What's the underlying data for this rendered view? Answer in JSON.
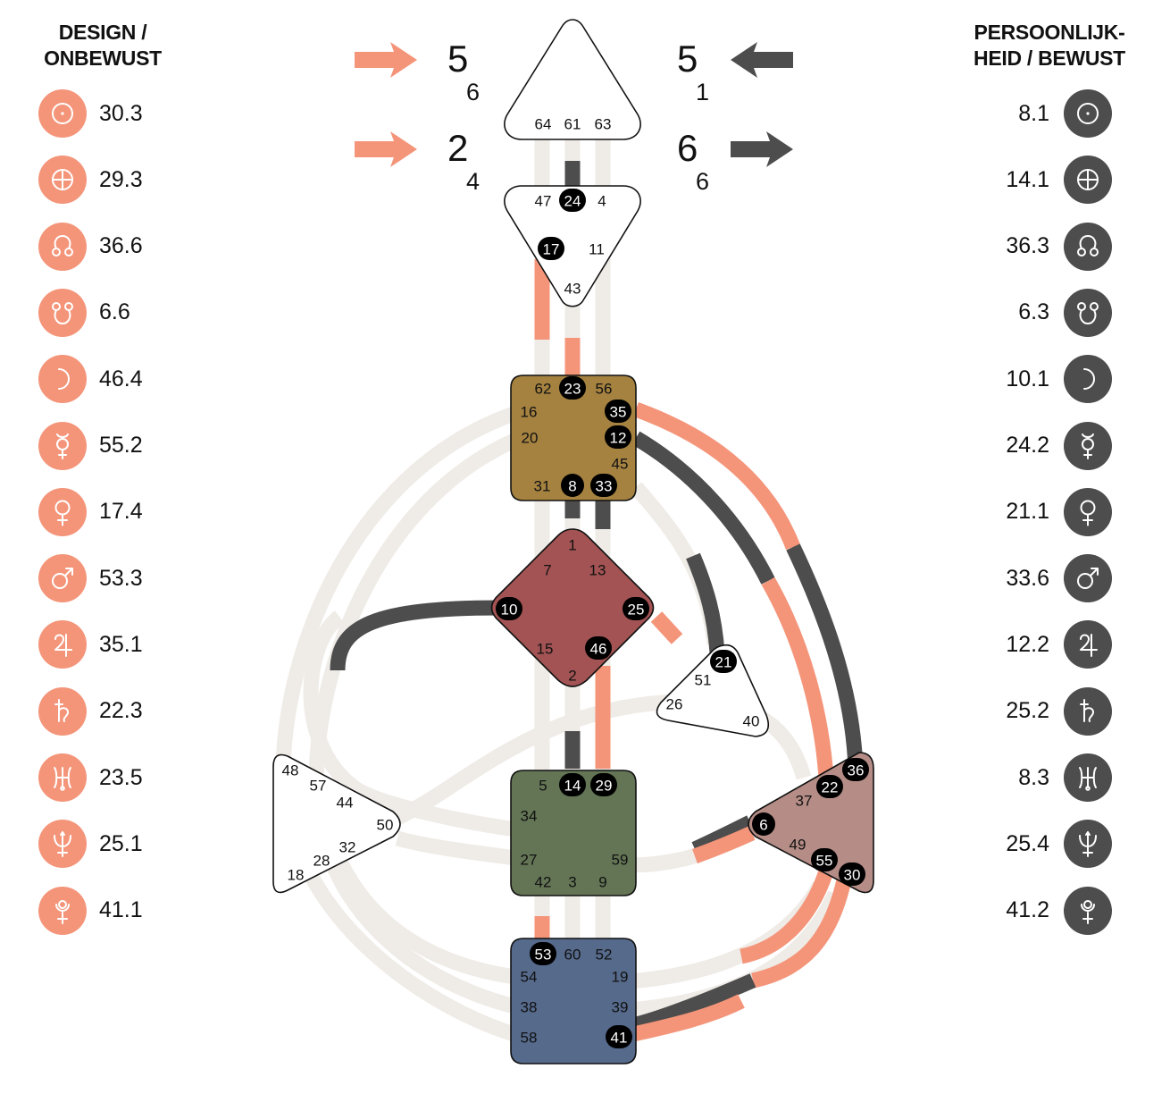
{
  "design": {
    "title_line1": "DESIGN /",
    "title_line2": "ONBEWUST",
    "planets": [
      {
        "icon": "sun-icon",
        "value": "30.3"
      },
      {
        "icon": "earth-icon",
        "value": "29.3"
      },
      {
        "icon": "north-node-icon",
        "value": "36.6"
      },
      {
        "icon": "south-node-icon",
        "value": "6.6"
      },
      {
        "icon": "moon-icon",
        "value": "46.4"
      },
      {
        "icon": "mercury-icon",
        "value": "55.2"
      },
      {
        "icon": "venus-icon",
        "value": "17.4"
      },
      {
        "icon": "mars-icon",
        "value": "53.3"
      },
      {
        "icon": "jupiter-icon",
        "value": "35.1"
      },
      {
        "icon": "saturn-icon",
        "value": "22.3"
      },
      {
        "icon": "uranus-icon",
        "value": "23.5"
      },
      {
        "icon": "neptune-icon",
        "value": "25.1"
      },
      {
        "icon": "pluto-icon",
        "value": "41.1"
      }
    ]
  },
  "personality": {
    "title_line1": "PERSOONLIJK-",
    "title_line2": "HEID / BEWUST",
    "planets": [
      {
        "icon": "sun-icon",
        "value": "8.1"
      },
      {
        "icon": "earth-icon",
        "value": "14.1"
      },
      {
        "icon": "north-node-icon",
        "value": "36.3"
      },
      {
        "icon": "south-node-icon",
        "value": "6.3"
      },
      {
        "icon": "moon-icon",
        "value": "10.1"
      },
      {
        "icon": "mercury-icon",
        "value": "24.2"
      },
      {
        "icon": "venus-icon",
        "value": "21.1"
      },
      {
        "icon": "mars-icon",
        "value": "33.6"
      },
      {
        "icon": "jupiter-icon",
        "value": "12.2"
      },
      {
        "icon": "saturn-icon",
        "value": "25.2"
      },
      {
        "icon": "uranus-icon",
        "value": "8.3"
      },
      {
        "icon": "neptune-icon",
        "value": "25.4"
      },
      {
        "icon": "pluto-icon",
        "value": "41.2"
      }
    ]
  },
  "arrows": {
    "design_top": {
      "num": "5",
      "sub": "6",
      "direction": "right"
    },
    "design_bottom": {
      "num": "2",
      "sub": "4",
      "direction": "right"
    },
    "personality_top": {
      "num": "5",
      "sub": "1",
      "direction": "left"
    },
    "personality_bottom": {
      "num": "6",
      "sub": "6",
      "direction": "right"
    }
  },
  "colors": {
    "design": "#f4957a",
    "personality": "#4d4d4d",
    "inactive_channel": "#efebe6",
    "g_center": "#a35353",
    "ajna_throat_undefined": "#ffffff",
    "throat": "#a58240",
    "sacral": "#637555",
    "root": "#566a8c",
    "solar_plexus": "#b58d86"
  },
  "gates": {
    "head": [
      "64",
      "61",
      "63"
    ],
    "ajna": [
      "47",
      "24",
      "4",
      "17",
      "11",
      "43"
    ],
    "throat": [
      "62",
      "23",
      "56",
      "16",
      "35",
      "20",
      "12",
      "45",
      "31",
      "8",
      "33"
    ],
    "g": [
      "1",
      "7",
      "13",
      "10",
      "25",
      "15",
      "46",
      "2"
    ],
    "heart": [
      "21",
      "51",
      "26",
      "40"
    ],
    "spleen": [
      "48",
      "57",
      "44",
      "50",
      "32",
      "28",
      "18"
    ],
    "sacral": [
      "5",
      "14",
      "29",
      "34",
      "27",
      "59",
      "42",
      "3",
      "9"
    ],
    "solar_plexus": [
      "36",
      "22",
      "37",
      "6",
      "49",
      "55",
      "30"
    ],
    "root": [
      "53",
      "60",
      "52",
      "54",
      "19",
      "38",
      "39",
      "58",
      "41"
    ]
  },
  "active_gates": [
    "24",
    "17",
    "23",
    "35",
    "12",
    "8",
    "33",
    "10",
    "25",
    "46",
    "21",
    "14",
    "29",
    "36",
    "22",
    "6",
    "55",
    "30",
    "53",
    "41"
  ]
}
